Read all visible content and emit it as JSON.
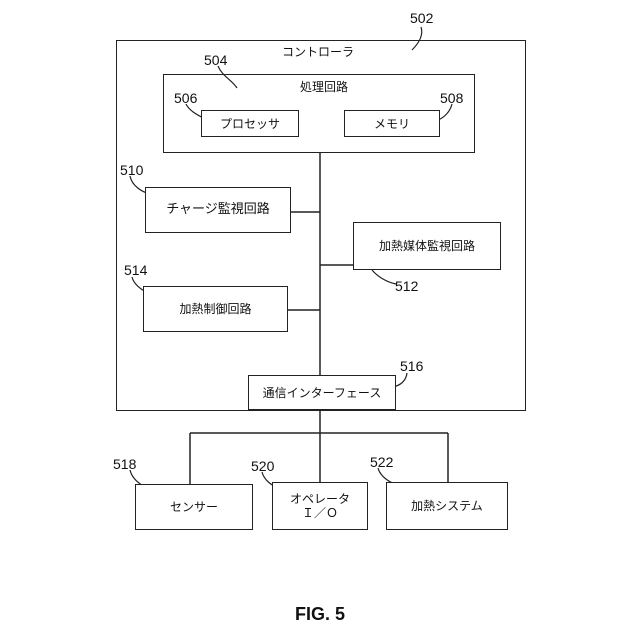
{
  "controller": {
    "title": "コントローラ",
    "ref": "502"
  },
  "processing": {
    "title": "処理回路",
    "ref": "504"
  },
  "processor": {
    "label": "プロセッサ",
    "ref": "506"
  },
  "memory": {
    "label": "メモリ",
    "ref": "508"
  },
  "charge_monitor": {
    "label": "チャージ監視回路",
    "ref": "510"
  },
  "media_monitor": {
    "label": "加熱媒体監視回路",
    "ref": "512"
  },
  "heating_control": {
    "label": "加熱制御回路",
    "ref": "514"
  },
  "comm_interface": {
    "label": "通信インターフェース",
    "ref": "516"
  },
  "sensor": {
    "label": "センサー",
    "ref": "518"
  },
  "operator_io": {
    "line1": "オペレータ",
    "line2": "Ｉ／Ｏ",
    "ref": "520"
  },
  "heating_system": {
    "label": "加熱システム",
    "ref": "522"
  },
  "figure": {
    "caption": "FIG. 5"
  }
}
